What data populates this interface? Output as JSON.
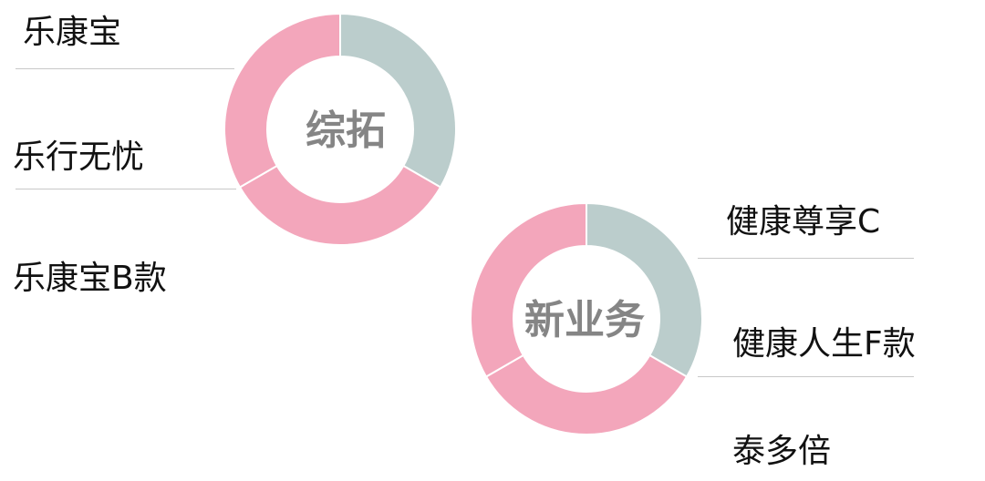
{
  "colors": {
    "gray": "#bbcdcc",
    "pink": "#f3a6bb",
    "separator": "#ffffff",
    "center_text": "#858585"
  },
  "chart_data": [
    {
      "type": "pie",
      "title": "综拓",
      "labels": [
        "乐康宝",
        "乐行无忧",
        "乐康宝B款"
      ],
      "values": [
        1,
        1,
        1
      ],
      "segment_colors": [
        "gray",
        "pink",
        "pink"
      ]
    },
    {
      "type": "pie",
      "title": "新业务",
      "labels": [
        "健康尊享C",
        "健康人生F款",
        "泰多倍"
      ],
      "values": [
        1,
        1,
        1
      ],
      "segment_colors": [
        "gray",
        "pink",
        "pink"
      ]
    }
  ]
}
